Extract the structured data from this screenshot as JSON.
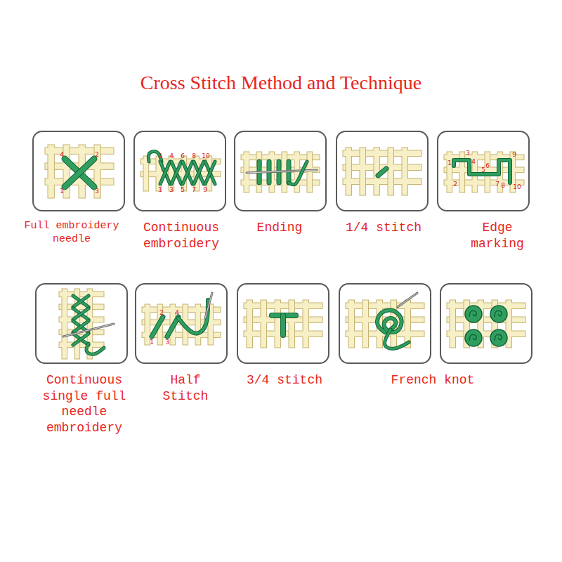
{
  "diagram": {
    "title": "Cross Stitch Method and Technique",
    "nodes": [
      {
        "text": [
          "Full embroidery needle"
        ]
      },
      {
        "text": [
          "Continuous embroidery"
        ]
      },
      {
        "text": [
          "Ending"
        ]
      },
      {
        "text": [
          "1/4 stitch"
        ]
      },
      {
        "text": [
          "Edge marking"
        ]
      },
      {
        "text": [
          "Continuous single full needle embroidery"
        ]
      },
      {
        "text": [
          "Half Stitch"
        ]
      },
      {
        "text": [
          "3/4 stitch"
        ]
      },
      {
        "text": [
          "French knot"
        ]
      }
    ],
    "labels": [
      "4",
      "2",
      "1",
      "3",
      "2",
      "4",
      "6",
      "8",
      "10",
      "1",
      "3",
      "5",
      "7",
      "9",
      "1",
      "2",
      "3",
      "4",
      "5",
      "6",
      "7",
      "8",
      "9",
      "10",
      "2",
      "4",
      "1",
      "3"
    ]
  }
}
